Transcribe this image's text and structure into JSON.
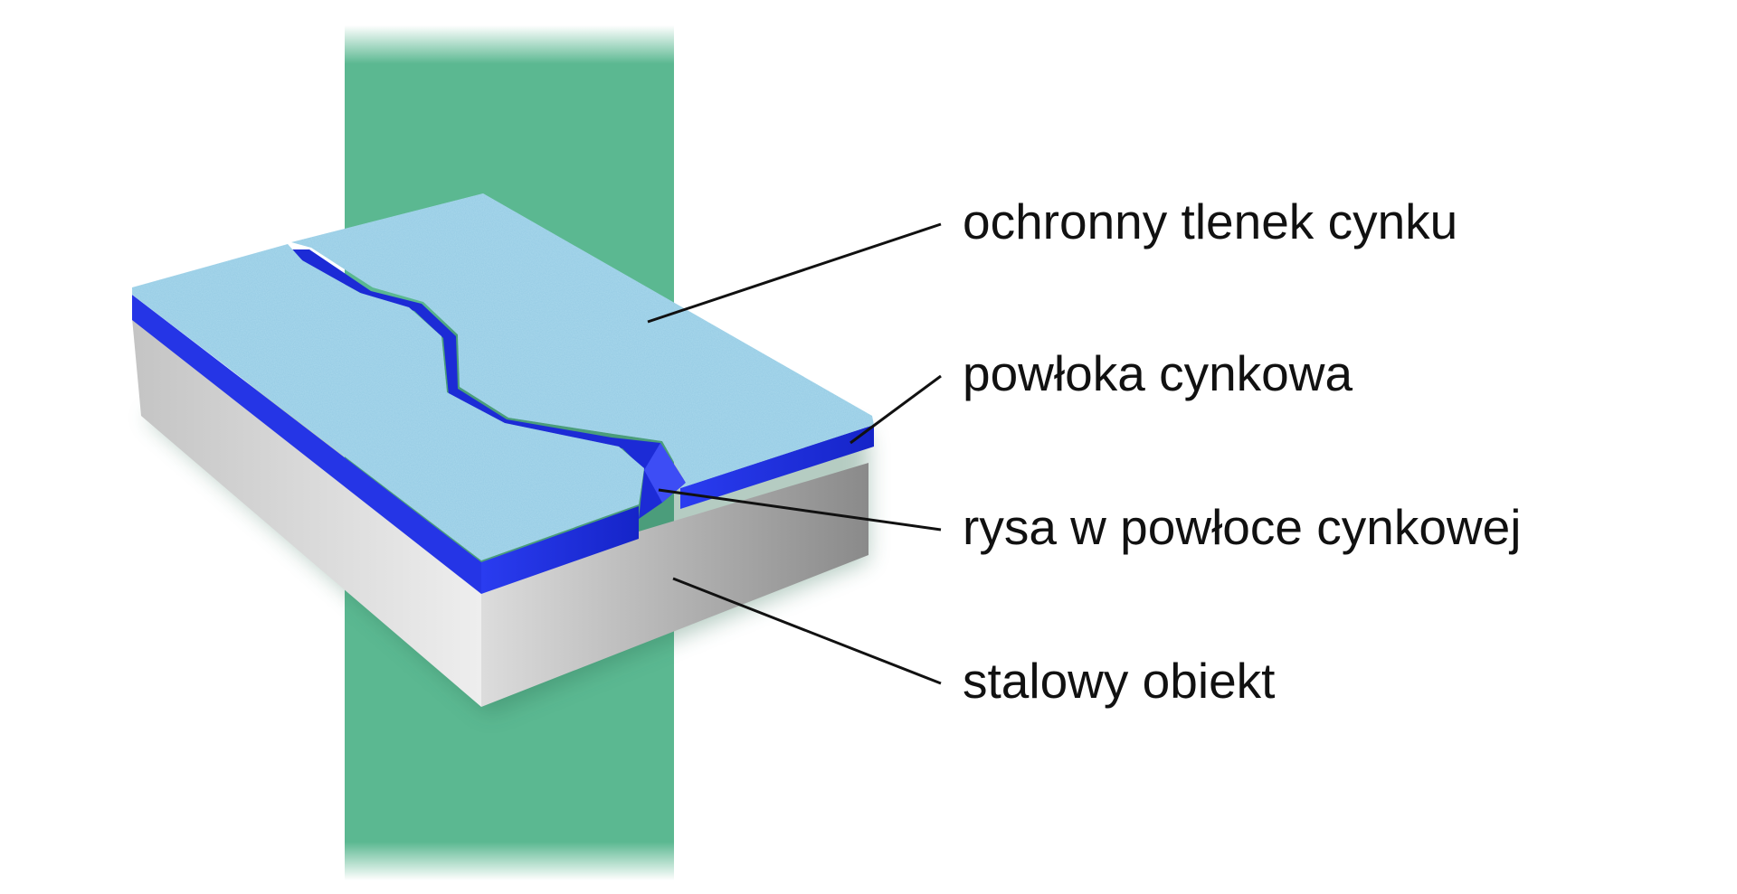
{
  "labels": {
    "zinc_oxide": "ochronny tlenek cynku",
    "zinc_coating": "powłoka cynkowa",
    "scratch": "rysa w powłoce cynkowej",
    "steel_object": "stalowy obiekt"
  },
  "colors": {
    "background_band": "#5bb891",
    "oxide_surface": "#a9d8ec",
    "zinc_layer": "#1f2fe0",
    "steel_light": "#e8e8e8",
    "steel_dark": "#8c8c8c",
    "text": "#111111"
  }
}
